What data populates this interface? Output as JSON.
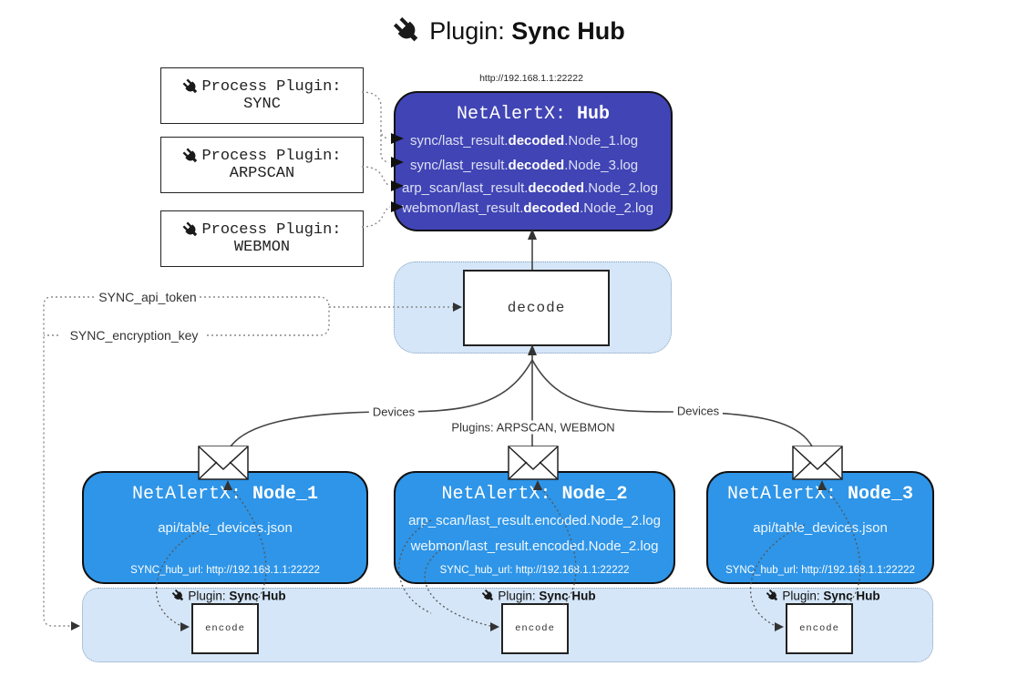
{
  "title": {
    "prefix": "Plugin:",
    "name": "Sync Hub"
  },
  "colors": {
    "hub": "#4144b4",
    "node": "#2e95e8",
    "band": "#d5e6f8"
  },
  "process_plugins": [
    {
      "label": "Process Plugin:",
      "name": "SYNC"
    },
    {
      "label": "Process Plugin:",
      "name": "ARPSCAN"
    },
    {
      "label": "Process Plugin:",
      "name": "WEBMON"
    }
  ],
  "hub": {
    "url": "http://192.168.1.1:22222",
    "title_prefix": "NetAlertX:",
    "title_name": "Hub",
    "lines": [
      {
        "pre": "sync/last_result.",
        "bold": "decoded",
        "post": ".Node_1.log"
      },
      {
        "pre": "sync/last_result.",
        "bold": "decoded",
        "post": ".Node_3.log"
      },
      {
        "pre": "arp_scan/last_result.",
        "bold": "decoded",
        "post": ".Node_2.log"
      },
      {
        "pre": "webmon/last_result.",
        "bold": "decoded",
        "post": ".Node_2.log"
      }
    ]
  },
  "decode_label": "decode",
  "tokens": {
    "api_token": "SYNC_api_token",
    "encryption_key": "SYNC_encryption_key"
  },
  "edge_labels": {
    "left": "Devices",
    "center": "Plugins: ARPSCAN, WEBMON",
    "right": "Devices"
  },
  "nodes": [
    {
      "title_prefix": "NetAlertX:",
      "title_name": "Node_1",
      "lines": [
        "api/table_devices.json"
      ],
      "hub_url": "SYNC_hub_url: http://192.168.1.1:22222"
    },
    {
      "title_prefix": "NetAlertX:",
      "title_name": "Node_2",
      "lines": [
        "arp_scan/last_result.encoded.Node_2.log",
        "webmon/last_result.encoded.Node_2.log"
      ],
      "hub_url": "SYNC_hub_url: http://192.168.1.1:22222"
    },
    {
      "title_prefix": "NetAlertX:",
      "title_name": "Node_3",
      "lines": [
        "api/table_devices.json"
      ],
      "hub_url": "SYNC_hub_url: http://192.168.1.1:22222"
    }
  ],
  "encoders": [
    {
      "label_prefix": "Plugin:",
      "label_name": "Sync Hub",
      "box": "encode"
    },
    {
      "label_prefix": "Plugin:",
      "label_name": "Sync Hub",
      "box": "encode"
    },
    {
      "label_prefix": "Plugin:",
      "label_name": "Sync Hub",
      "box": "encode"
    }
  ]
}
